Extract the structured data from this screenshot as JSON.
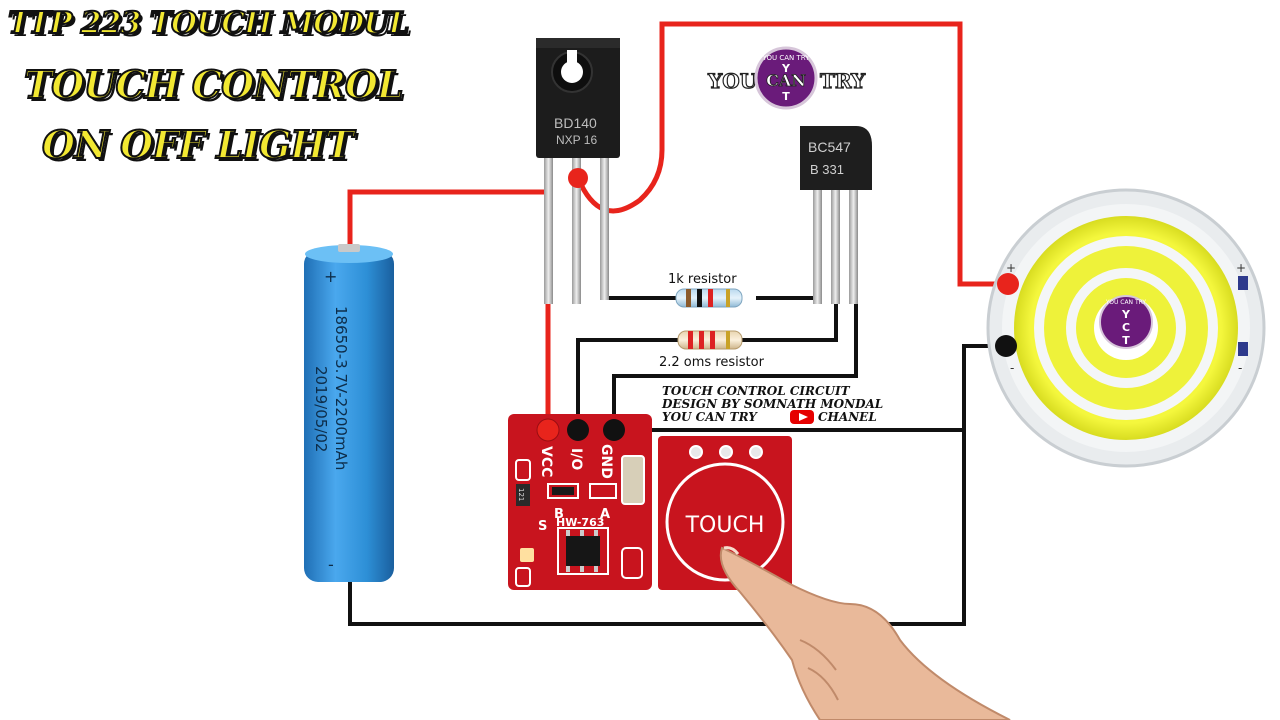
{
  "titles": {
    "line1": "TTP 223 TOUCH MODUL",
    "line2": "TOUCH CONTROL",
    "line3": "ON OFF LIGHT"
  },
  "logo": {
    "left_text": "YOU",
    "center_top": "YOU CAN TRY",
    "center_letters": [
      "Y",
      "C",
      "T"
    ],
    "center_main": "CAN",
    "right_text": "TRY"
  },
  "pnp_transistor": {
    "line1": "BD140",
    "line2": "NXP 16"
  },
  "npn_transistor": {
    "line1": "BC547",
    "line2": "B 331"
  },
  "resistor_1k": {
    "label": "1k resistor"
  },
  "resistor_2k2": {
    "label": "2.2 oms resistor"
  },
  "battery": {
    "text1": "18650-3.7V-2200mAh",
    "text2": "2019/05/02",
    "plus": "+",
    "minus": "-"
  },
  "module": {
    "pin_vcc": "VCC",
    "pin_io": "I/O",
    "pin_gnd": "GND",
    "label_b": "B",
    "label_a": "A",
    "label_s": "S",
    "model": "HW-763",
    "smd_code": "121"
  },
  "touch_pad": {
    "label": "TOUCH"
  },
  "credits": {
    "line1": "TOUCH CONTROL CIRCUIT",
    "line2": "DESIGN BY SOMNATH MONDAL",
    "line3": "YOU CAN TRY",
    "line3_suffix": "CHANEL"
  },
  "led": {
    "plus_left": "+",
    "minus_left": "-",
    "plus_right": "+",
    "minus_right": "-"
  },
  "colors": {
    "wire_red": "#e8241c",
    "wire_black": "#111111",
    "battery_blue": "#2d8fd6",
    "pcb_red": "#c8141e",
    "led_yellow": "#eef23a",
    "logo_purple": "#6a1b7a",
    "title_yellow": "#f2e832"
  }
}
